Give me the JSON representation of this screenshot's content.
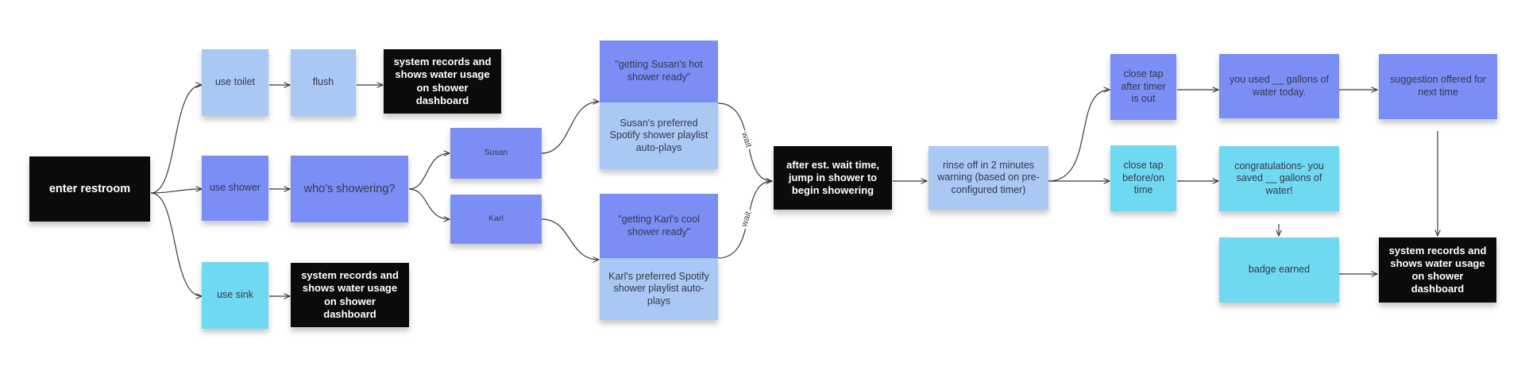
{
  "colors": {
    "blue": "#7b8ef5",
    "lightblue": "#a9c8f3",
    "cyan": "#6fd9f2",
    "black": "#0b0b0b",
    "connector": "#3a3a3a"
  },
  "nodes": {
    "enter_restroom": "enter restroom",
    "use_toilet": "use toilet",
    "flush": "flush",
    "toilet_dashboard": "system records and shows water usage on shower dashboard",
    "use_shower": "use shower",
    "whos_showering": "who's showering?",
    "susan": "Susan",
    "karl": "Karl",
    "susan_ready": "\"getting Susan's hot shower ready\"",
    "susan_playlist": "Susan's preferred Spotify shower playlist auto-plays",
    "karl_ready": "\"getting Karl's cool shower ready\"",
    "karl_playlist": "Karl's preferred Spotify shower playlist auto-plays",
    "jump_in_shower": "after est. wait time, jump in shower to begin showering",
    "rinse_warning": "rinse off in 2 minutes warning (based on pre-configured timer)",
    "close_tap_after": "close tap after timer is out",
    "close_tap_before": "close tap before/on time",
    "used_gallons": "you used __ gallons of water today.",
    "congrats": "congratulations- you saved __ gallons of water!",
    "badge": "badge earned",
    "suggestion": "suggestion offered for next time",
    "shower_dashboard": "system records and shows water usage on shower dashboard",
    "use_sink": "use sink",
    "sink_dashboard": "system records and shows water usage on shower dashboard"
  },
  "edge_labels": {
    "wait_top": "wait",
    "wait_bottom": "wait"
  }
}
